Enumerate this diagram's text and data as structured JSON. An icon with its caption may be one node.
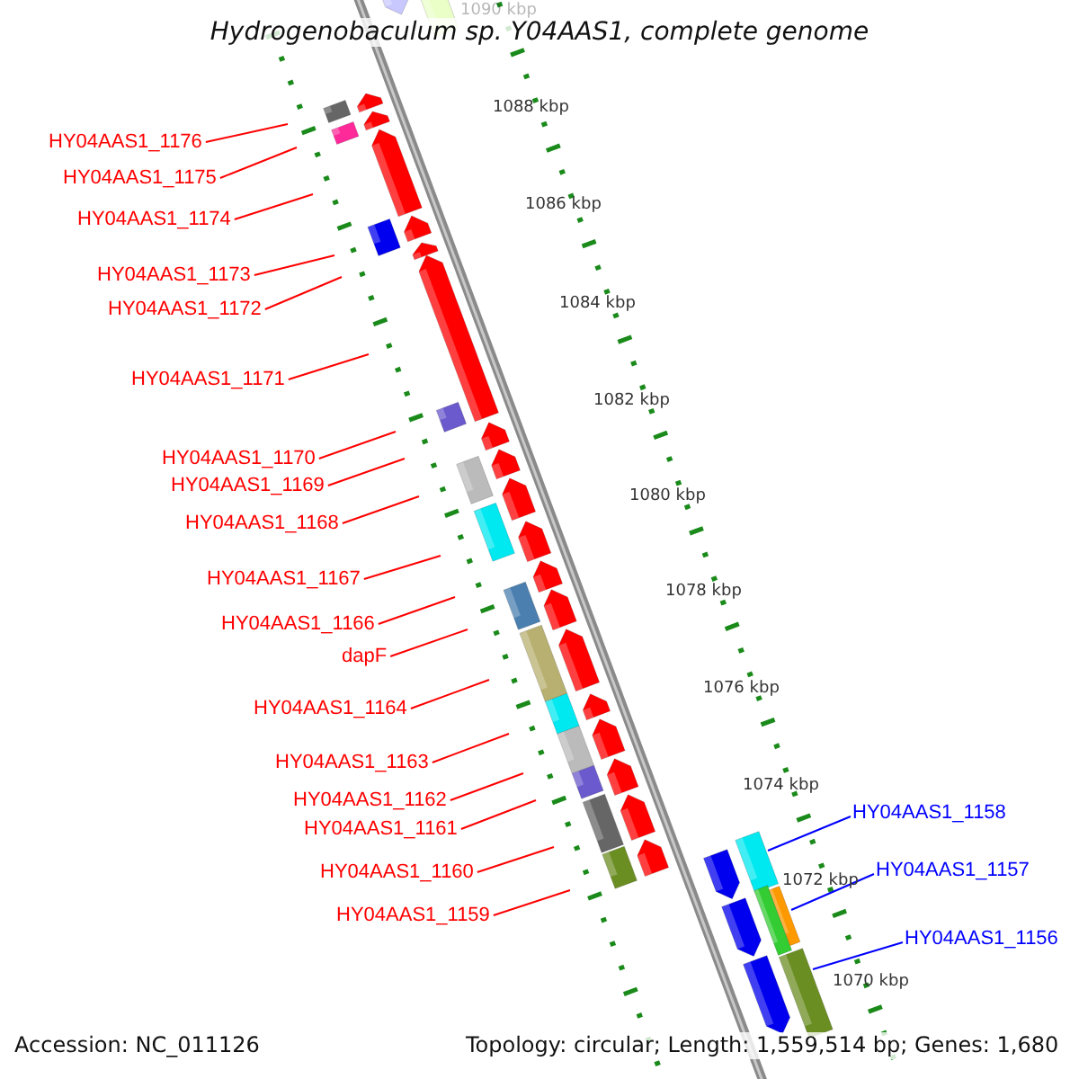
{
  "diagram": {
    "title": "Hydrogenobaculum sp. Y04AAS1, complete genome",
    "nodes": [
      {
        "text": [
          "HY04AAS1_1176"
        ]
      },
      {
        "text": [
          "HY04AAS1_1175"
        ]
      },
      {
        "text": [
          "HY04AAS1_1174"
        ]
      },
      {
        "text": [
          "HY04AAS1_1173"
        ]
      },
      {
        "text": [
          "HY04AAS1_1172"
        ]
      },
      {
        "text": [
          "HY04AAS1_1171"
        ]
      },
      {
        "text": [
          "HY04AAS1_1170"
        ]
      },
      {
        "text": [
          "HY04AAS1_1169"
        ]
      },
      {
        "text": [
          "HY04AAS1_1168"
        ]
      },
      {
        "text": [
          "HY04AAS1_1167"
        ]
      },
      {
        "text": [
          "HY04AAS1_1166"
        ]
      },
      {
        "text": [
          "dapF"
        ]
      },
      {
        "text": [
          "HY04AAS1_1164"
        ]
      },
      {
        "text": [
          "HY04AAS1_1163"
        ]
      },
      {
        "text": [
          "HY04AAS1_1162"
        ]
      },
      {
        "text": [
          "HY04AAS1_1161"
        ]
      },
      {
        "text": [
          "HY04AAS1_1160"
        ]
      },
      {
        "text": [
          "HY04AAS1_1159"
        ]
      },
      {
        "text": [
          "HY04AAS1_1158"
        ]
      },
      {
        "text": [
          "HY04AAS1_1157"
        ]
      },
      {
        "text": [
          "HY04AAS1_1156"
        ]
      }
    ],
    "edges": [
      {
        "from": 0,
        "to": null,
        "arrow": "none"
      },
      {
        "from": 1,
        "to": null,
        "arrow": "none"
      },
      {
        "from": 2,
        "to": null,
        "arrow": "none"
      },
      {
        "from": 3,
        "to": null,
        "arrow": "none"
      },
      {
        "from": 4,
        "to": null,
        "arrow": "none"
      },
      {
        "from": 5,
        "to": null,
        "arrow": "none"
      },
      {
        "from": 6,
        "to": null,
        "arrow": "none"
      },
      {
        "from": 7,
        "to": null,
        "arrow": "none"
      },
      {
        "from": 8,
        "to": null,
        "arrow": "none"
      },
      {
        "from": 9,
        "to": null,
        "arrow": "none"
      },
      {
        "from": 10,
        "to": null,
        "arrow": "none"
      },
      {
        "from": 11,
        "to": null,
        "arrow": "none"
      },
      {
        "from": 12,
        "to": null,
        "arrow": "none"
      },
      {
        "from": 13,
        "to": null,
        "arrow": "none"
      },
      {
        "from": 14,
        "to": null,
        "arrow": "none"
      },
      {
        "from": 15,
        "to": null,
        "arrow": "none"
      },
      {
        "from": 16,
        "to": null,
        "arrow": "none"
      },
      {
        "from": 17,
        "to": null,
        "arrow": "none"
      },
      {
        "from": 18,
        "to": null,
        "arrow": "none",
        "color": "#0000ff"
      },
      {
        "from": 19,
        "to": null,
        "arrow": "none",
        "color": "#0000ff"
      },
      {
        "from": 20,
        "to": null,
        "arrow": "none",
        "color": "#0000ff"
      }
    ],
    "labels": [
      "1090 kbp",
      "1088 kbp",
      "1086 kbp",
      "1084 kbp",
      "1082 kbp",
      "1080 kbp",
      "1078 kbp",
      "1076 kbp",
      "1074 kbp",
      "1072 kbp",
      "1070 kbp",
      "Accession: NC_011126",
      "Topology: circular; Length: 1,559,514 bp; Genes: 1,680"
    ]
  }
}
